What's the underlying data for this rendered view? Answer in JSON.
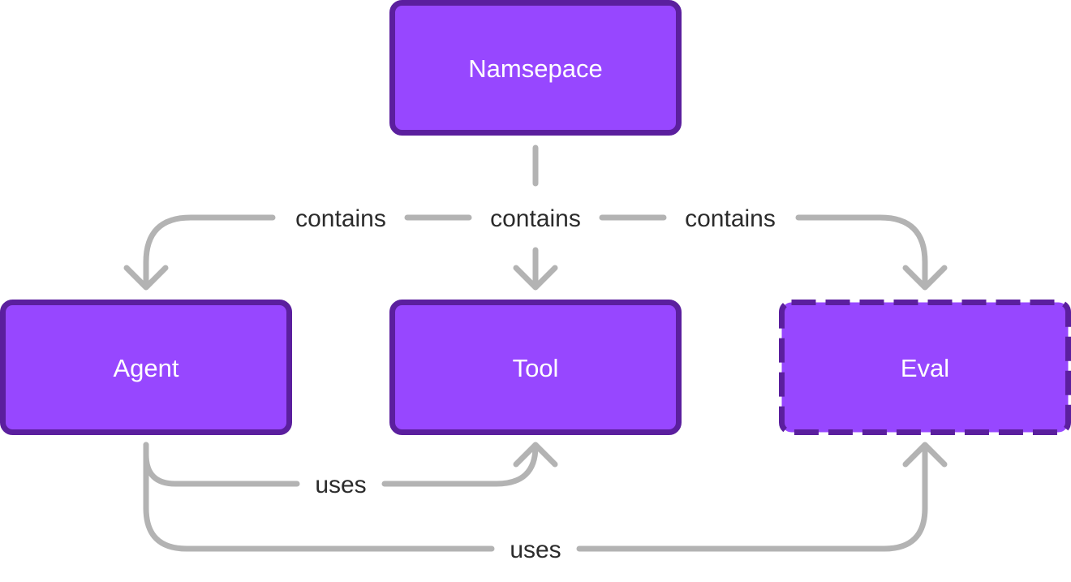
{
  "nodes": {
    "namespace": {
      "label": "Namsepace"
    },
    "agent": {
      "label": "Agent"
    },
    "tool": {
      "label": "Tool"
    },
    "eval": {
      "label": "Eval"
    }
  },
  "edges": {
    "namespace_agent": {
      "label": "contains"
    },
    "namespace_tool": {
      "label": "contains"
    },
    "namespace_eval": {
      "label": "contains"
    },
    "agent_tool": {
      "label": "uses"
    },
    "agent_eval": {
      "label": "uses"
    }
  },
  "colors": {
    "node_fill": "#9747ff",
    "node_border": "#5b1f9e",
    "edge": "#b3b3b3",
    "label_text": "#2b2b2b"
  }
}
